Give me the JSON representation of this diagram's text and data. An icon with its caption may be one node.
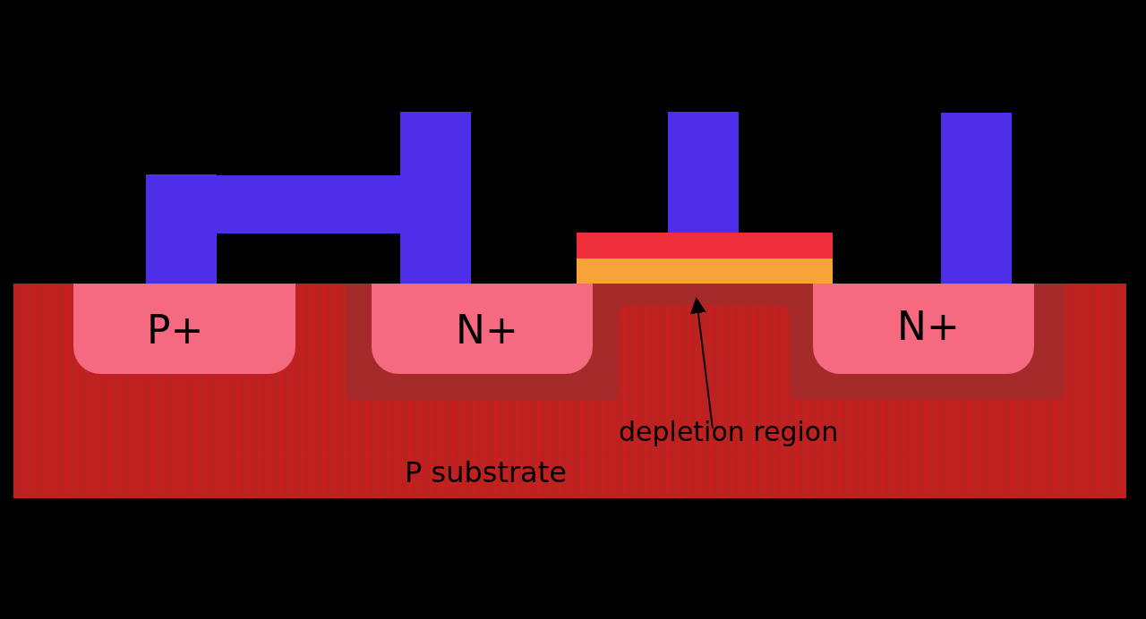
{
  "diagram": {
    "nodes": [
      {
        "text": [
          "P substrate"
        ]
      },
      {
        "text": [
          "P+"
        ],
        "in": 0
      },
      {
        "text": [],
        "shape": "box",
        "in": 0
      },
      {
        "text": [
          "N+"
        ],
        "in": 2
      },
      {
        "text": [
          "N+"
        ],
        "in": 2
      },
      {
        "text": [
          "depletion region"
        ],
        "in": 0
      }
    ],
    "edges": [
      {
        "from": 5,
        "to": 2,
        "arrow": "to"
      }
    ]
  }
}
